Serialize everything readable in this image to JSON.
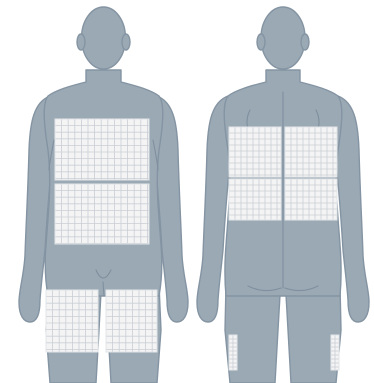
{
  "diagram": {
    "colors": {
      "silhouette": "#9ba9b5",
      "silhouette_outline": "#8494a2",
      "pad": "#f4f4f4",
      "pad_grid": "#c9cfd5",
      "background": "#ffffff"
    },
    "views": [
      {
        "name": "front",
        "pads": [
          "chest",
          "abdomen",
          "left-thigh",
          "right-thigh"
        ]
      },
      {
        "name": "back",
        "pads": [
          "upper-back-left",
          "upper-back-right",
          "lower-back-left",
          "lower-back-right",
          "left-hamstring-edge",
          "right-hamstring-edge"
        ]
      }
    ]
  }
}
